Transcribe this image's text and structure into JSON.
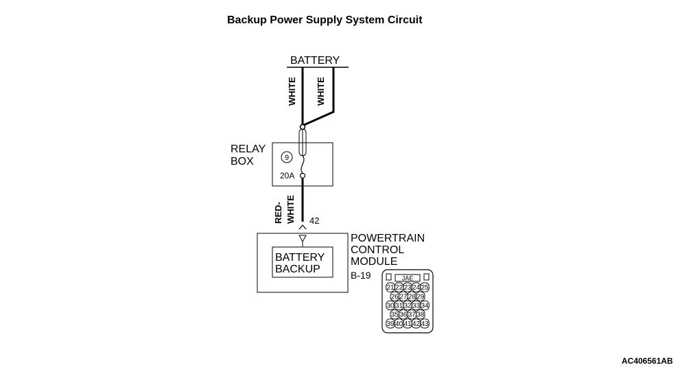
{
  "title": "Backup Power Supply System Circuit",
  "figure_id": "AC406561AB",
  "battery": {
    "label": "BATTERY"
  },
  "wires": {
    "upper_left_color": "WHITE",
    "upper_right_color": "WHITE",
    "lower_color_line1": "RED-",
    "lower_color_line2": "WHITE"
  },
  "relay_box": {
    "label_line1": "RELAY",
    "label_line2": "BOX",
    "fuse_number": "9",
    "fuse_rating": "20A"
  },
  "pin_number": "42",
  "pcm": {
    "label_line1": "POWERTRAIN",
    "label_line2": "CONTROL",
    "label_line3": "MODULE",
    "inner_line1": "BATTERY",
    "inner_line2": "BACKUP"
  },
  "connector": {
    "id": "B-19",
    "maker": "JAE",
    "rows": [
      [
        "21",
        "22",
        "23",
        "24",
        "25"
      ],
      [
        "26",
        "27",
        "28",
        "29"
      ],
      [
        "30",
        "31",
        "32",
        "33",
        "34"
      ],
      [
        "35",
        "36",
        "37",
        "38"
      ],
      [
        "39",
        "40",
        "41",
        "42",
        "43"
      ]
    ]
  }
}
